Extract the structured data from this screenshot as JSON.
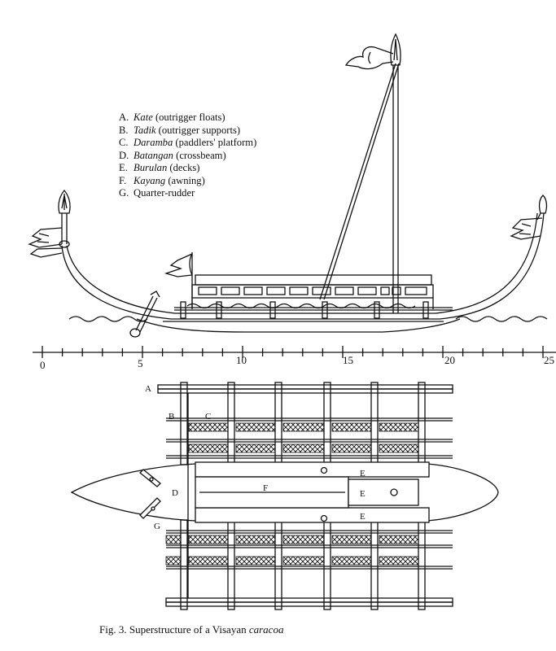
{
  "legend": [
    {
      "letter": "A.",
      "term": "Kate",
      "desc": " (outrigger floats)"
    },
    {
      "letter": "B.",
      "term": "Tadik",
      "desc": " (outrigger supports)"
    },
    {
      "letter": "C.",
      "term": "Daramba",
      "desc": " (paddlers' platform)"
    },
    {
      "letter": "D.",
      "term": "Batangan",
      "desc": " (crossbeam)"
    },
    {
      "letter": "E.",
      "term": "Burulan",
      "desc": " (decks)"
    },
    {
      "letter": "F.",
      "term": "Kayang",
      "desc": " (awning)"
    },
    {
      "letter": "G.",
      "term": "",
      "desc": "Quarter-rudder"
    }
  ],
  "scale": {
    "labels": [
      "0",
      "5",
      "10",
      "15",
      "20",
      "25"
    ]
  },
  "plan_labels": {
    "A": "A",
    "B": "B",
    "C": "C",
    "D": "D",
    "E": "E",
    "F": "F",
    "G": "G"
  },
  "caption": {
    "prefix": "Fig. 3.  Superstructure of a Visayan ",
    "italic": "caracoa"
  },
  "colors": {
    "ink": "#111111",
    "paper": "#ffffff"
  }
}
